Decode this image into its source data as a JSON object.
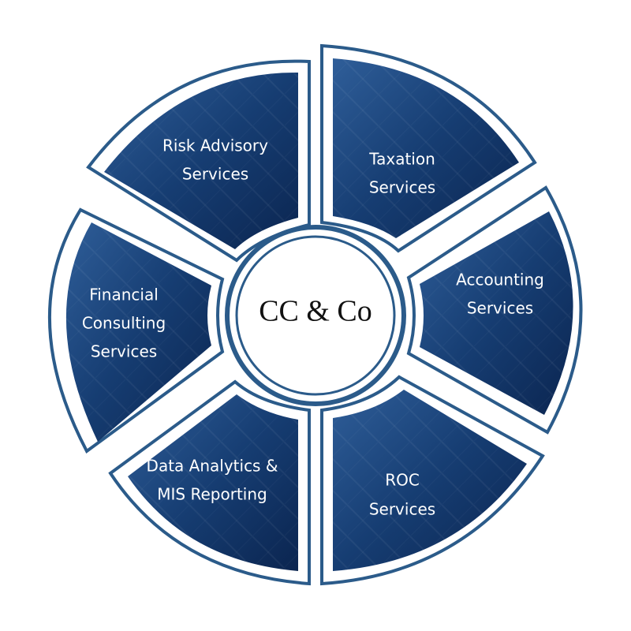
{
  "center": {
    "label": "CC & Co"
  },
  "segments": [
    {
      "id": "risk",
      "lines": [
        "Risk Advisory",
        "Services"
      ]
    },
    {
      "id": "taxation",
      "lines": [
        "Taxation",
        "Services"
      ]
    },
    {
      "id": "accounting",
      "lines": [
        "Accounting",
        "Services"
      ]
    },
    {
      "id": "roc",
      "lines": [
        "ROC",
        "Services"
      ]
    },
    {
      "id": "data",
      "lines": [
        "Data Analytics &",
        "MIS Reporting"
      ]
    },
    {
      "id": "financial",
      "lines": [
        "Financial",
        "Consulting",
        "Services"
      ]
    }
  ],
  "colors": {
    "border": "#2b5b8a",
    "fill_dark": "#0d2a55",
    "fill_mid": "#1d4a86",
    "fill_light": "#3a6aa6",
    "text": "#ffffff",
    "center_text": "#111111"
  }
}
